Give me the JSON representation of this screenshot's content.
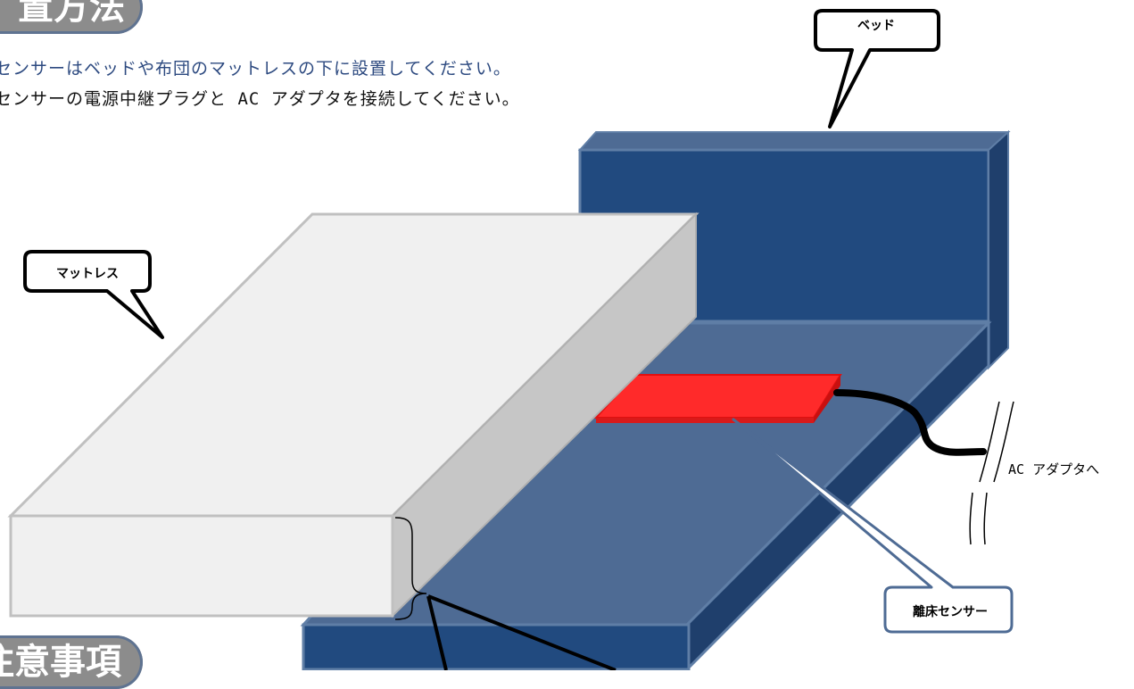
{
  "sections": {
    "top_tab": "置方法",
    "bottom_tab": "注意事項"
  },
  "instructions": [
    "センサーはベッドや布団のマットレスの下に設置してください。",
    "センサーの電源中継プラグと AC アダプタを接続してください。"
  ],
  "labels": {
    "bed": "ベッド",
    "mattress": "マットレス",
    "sensor": "離床センサー",
    "ac_adapter": "AC アダプタへ"
  },
  "colors": {
    "bed_front": "#214a7f",
    "bed_top": "#4e6b94",
    "mattress_front": "#f0f0f0",
    "mattress_side": "#c6c6c6",
    "sensor": "#ff2a2a",
    "tab": "#8c8c8c",
    "instruction_blue": "#2d4a80"
  }
}
